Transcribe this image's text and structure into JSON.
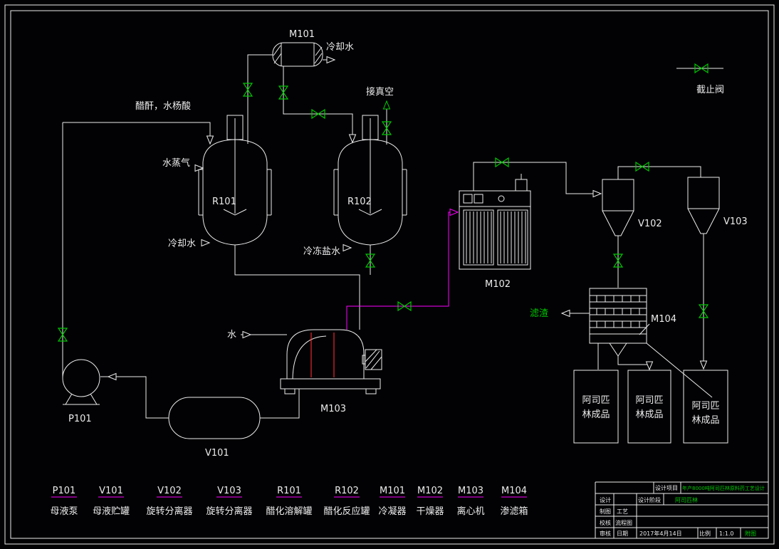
{
  "colors": {
    "bg": "#020205",
    "line": "#ececec",
    "green": "#00c800",
    "magenta": "#ff00ff",
    "red": "#ff2a2a"
  },
  "streams": {
    "feed": "醋酐，水杨酸",
    "steam": "水蒸气",
    "condenser_water": "冷却水",
    "r101_water": "冷却水",
    "vacuum": "接真空",
    "brine": "冷冻盐水",
    "water": "水",
    "residue": "滤渣",
    "stop_valve": "截止阀"
  },
  "equipment": {
    "m101": "M101",
    "r101": "R101",
    "r102": "R102",
    "m102": "M102",
    "m103": "M103",
    "m104": "M104",
    "v101": "V101",
    "v102": "V102",
    "v103": "V103",
    "p101": "P101"
  },
  "product_box": {
    "line1": "阿司匹",
    "line2": "林成品"
  },
  "legend": [
    {
      "tag": "P101",
      "name": "母液泵"
    },
    {
      "tag": "V101",
      "name": "母液贮罐"
    },
    {
      "tag": "V102",
      "name": "旋转分离器"
    },
    {
      "tag": "V103",
      "name": "旋转分离器"
    },
    {
      "tag": "R101",
      "name": "醋化溶解罐"
    },
    {
      "tag": "R102",
      "name": "醋化反应罐"
    },
    {
      "tag": "M101",
      "name": "冷凝器"
    },
    {
      "tag": "M102",
      "name": "干燥器"
    },
    {
      "tag": "M103",
      "name": "离心机"
    },
    {
      "tag": "M104",
      "name": "渗滤箱"
    }
  ],
  "titleblock": {
    "project_label": "设计项目",
    "project": "年产8000吨阿司匹林原料药工艺设计",
    "design": "设计",
    "draft": "制图",
    "check": "校核",
    "audit": "审核",
    "stage_label": "设计阶段",
    "stage": "阿司匹林",
    "doc_line1": "工艺",
    "doc_line2": "流程图",
    "date_label": "日期",
    "date": "2017年4月14日",
    "scale_label": "比例",
    "scale": "1:1.0",
    "sheet": "附图"
  }
}
